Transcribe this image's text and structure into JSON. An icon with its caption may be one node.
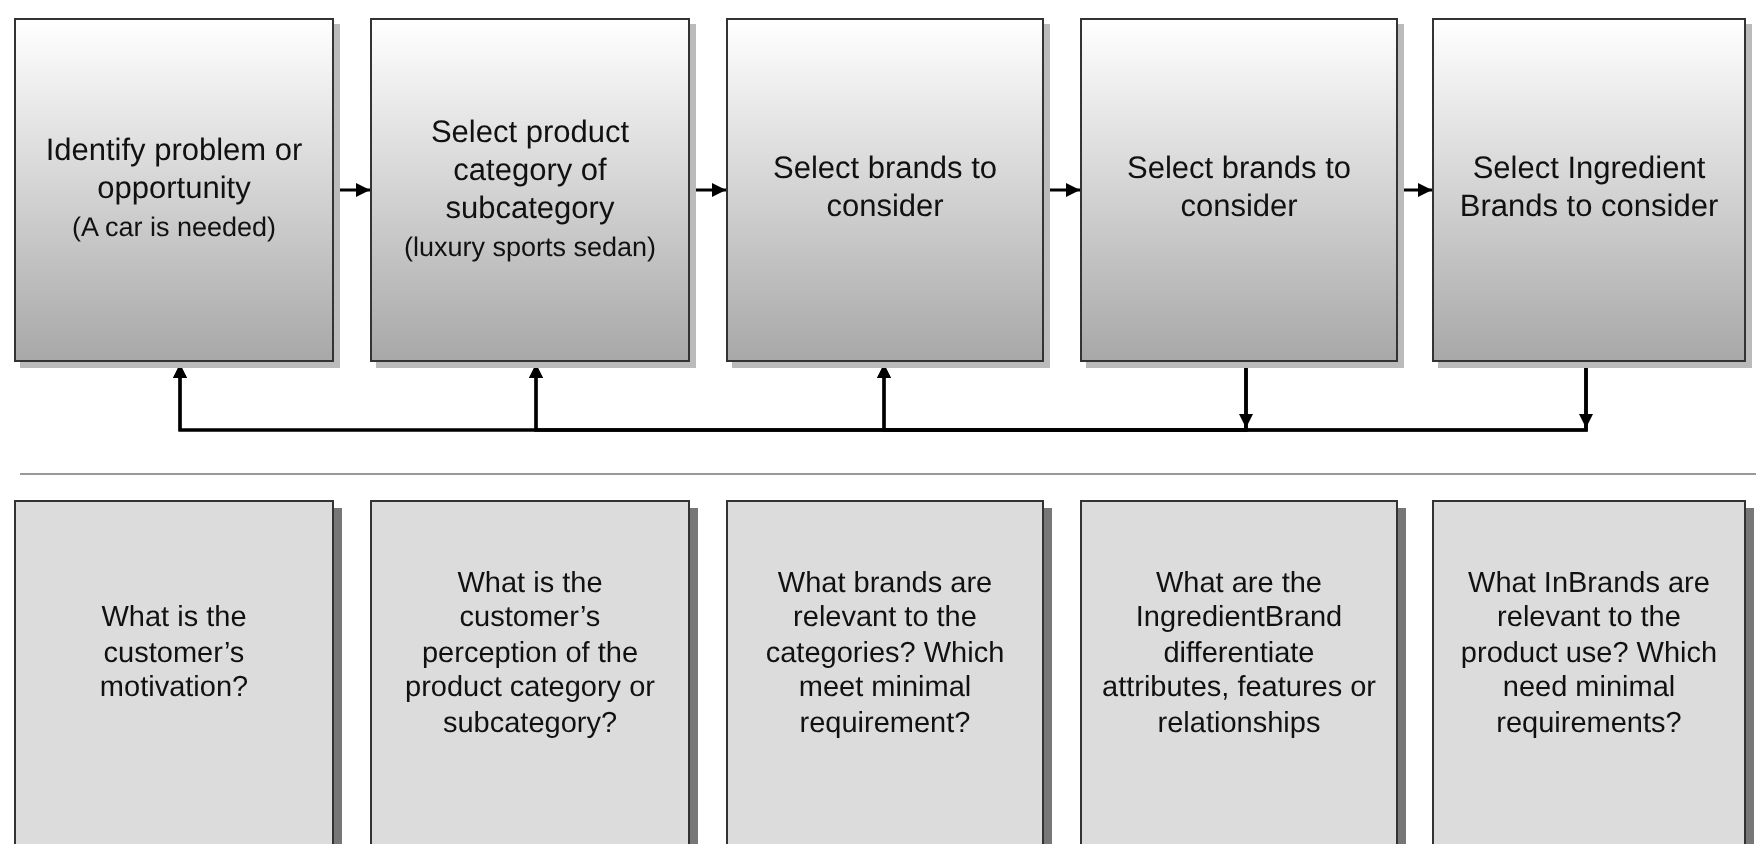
{
  "diagram": {
    "nodes": [
      {
        "text": [
          "Identify problem or opportunity",
          "(A car is needed)"
        ]
      },
      {
        "text": [
          "Select product category of subcategory",
          "(luxury sports sedan)"
        ]
      },
      {
        "text": [
          "Select brands to consider"
        ]
      },
      {
        "text": [
          "Select brands to consider"
        ]
      },
      {
        "text": [
          "Select Ingredient Brands to consider"
        ]
      },
      {
        "text": [
          "What is the customer’s motivation?"
        ]
      },
      {
        "text": [
          "What is the customer’s perception of the product category or subcategory?"
        ]
      },
      {
        "text": [
          "What brands are relevant to the categories? Which meet minimal requirement?"
        ]
      },
      {
        "text": [
          "What are the IngredientBrand differentiate attributes, features or relationships"
        ]
      },
      {
        "text": [
          "What InBrands are relevant to the product use? Which need minimal requirements?"
        ]
      }
    ],
    "edges": [
      {
        "from": 0,
        "to": 1,
        "arrow": "to"
      },
      {
        "from": 1,
        "to": 2,
        "arrow": "to"
      },
      {
        "from": 2,
        "to": 3,
        "arrow": "to"
      },
      {
        "from": 3,
        "to": 4,
        "arrow": "to"
      },
      {
        "from": 3,
        "to": 0,
        "arrow": "to"
      },
      {
        "from": 3,
        "to": 1,
        "arrow": "to"
      },
      {
        "from": 3,
        "to": 2,
        "arrow": "to"
      },
      {
        "from": 4,
        "to": 0,
        "arrow": "to"
      },
      {
        "from": 4,
        "to": 1,
        "arrow": "to"
      },
      {
        "from": 4,
        "to": 2,
        "arrow": "to"
      }
    ]
  }
}
